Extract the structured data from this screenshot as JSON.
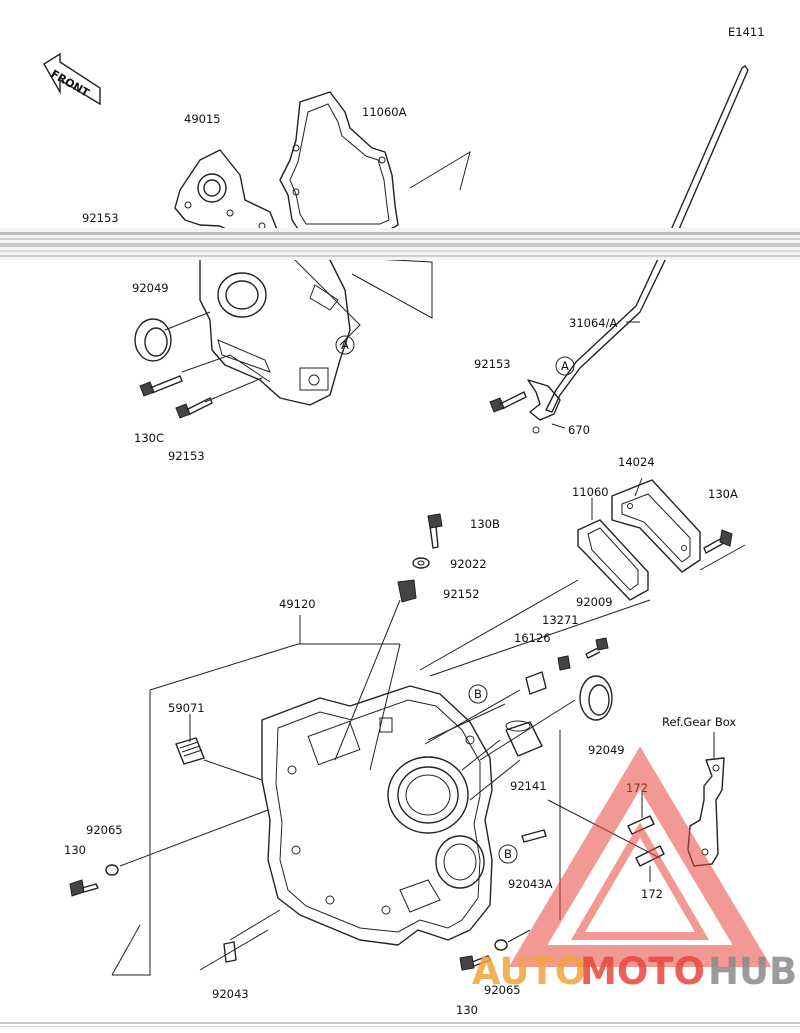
{
  "diagram_code": "E1411",
  "front_label": "FRONT",
  "ref_note": "Ref.Gear Box",
  "callouts": {
    "a1": "A",
    "a2": "A",
    "b1": "B",
    "b2": "B"
  },
  "labels": {
    "p49015": "49015",
    "p11060A": "11060A",
    "p92153_top": "92153",
    "p92049_top": "92049",
    "p130C": "130C",
    "p92153_mid": "92153",
    "p92153_right": "92153",
    "p31064A": "31064/A",
    "p670": "670",
    "p14024": "14024",
    "p11060": "11060",
    "p130A": "130A",
    "p130B": "130B",
    "p92022": "92022",
    "p92152": "92152",
    "p49120": "49120",
    "p92009": "92009",
    "p13271": "13271",
    "p16126": "16126",
    "p59071": "59071",
    "p92049_low": "92049",
    "p92141": "92141",
    "p172_top": "172",
    "p172_bot": "172",
    "p92065_left": "92065",
    "p130_left": "130",
    "p92043A": "92043A",
    "p92043": "92043",
    "p130_bottom": "130",
    "p92065_bottom": "92065"
  },
  "watermark": {
    "word_a": "AUTO",
    "word_b": "MOTO",
    "word_c": "HUB",
    "color_orange": "#f2a33a",
    "color_red": "#e8463c",
    "color_gray": "#8a8a8a"
  }
}
